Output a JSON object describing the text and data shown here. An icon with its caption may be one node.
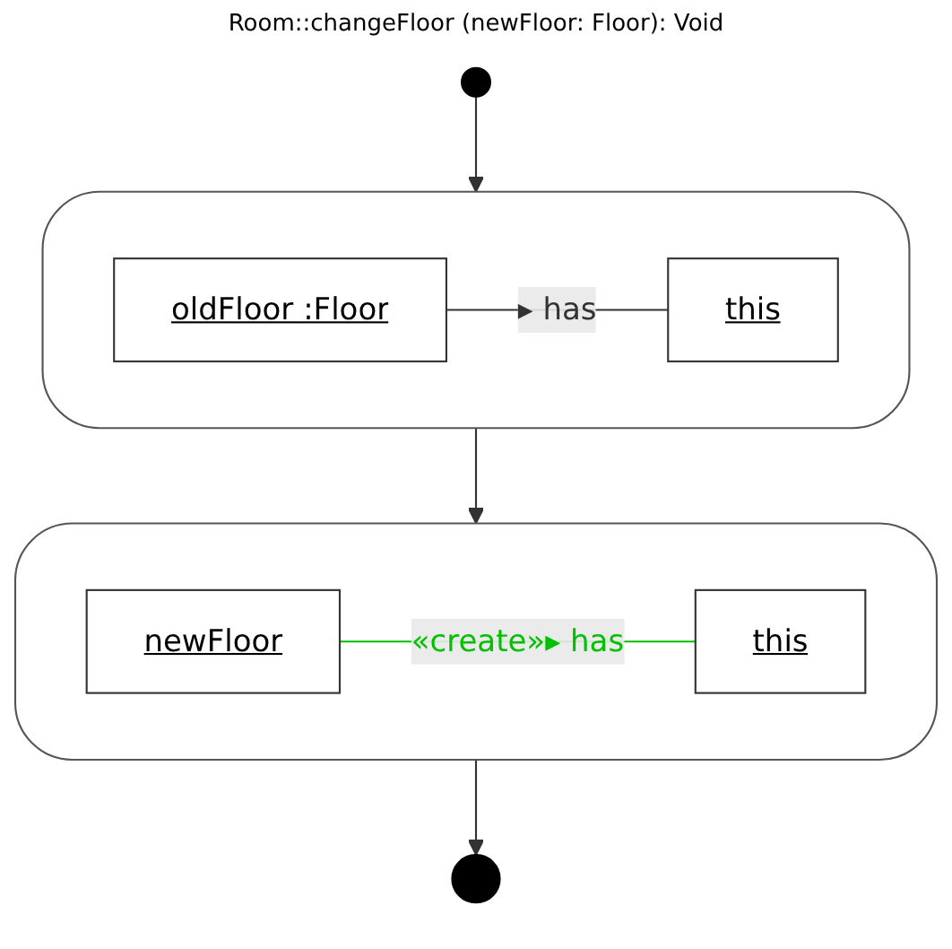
{
  "diagram": {
    "title": "Room::changeFloor (newFloor: Floor): Void",
    "nodes": [
      {
        "text": [],
        "shape": "circle"
      },
      {
        "text": [],
        "shape": "box"
      },
      {
        "text": [
          "oldFloor :Floor"
        ],
        "in": 1
      },
      {
        "text": [
          "this"
        ],
        "in": 1
      },
      {
        "text": [],
        "shape": "box"
      },
      {
        "text": [
          "newFloor"
        ],
        "in": 4
      },
      {
        "text": [
          "this"
        ],
        "in": 4
      },
      {
        "text": [],
        "shape": "circle"
      }
    ],
    "edges": [
      {
        "from": 0,
        "to": 1,
        "arrow": "to"
      },
      {
        "from": 2,
        "to": 3,
        "arrow": "none",
        "label": "▸ has"
      },
      {
        "from": 1,
        "to": 4,
        "arrow": "to"
      },
      {
        "from": 5,
        "to": 6,
        "arrow": "none",
        "label": "«create»▸ has",
        "color": "#00c000"
      },
      {
        "from": 4,
        "to": 7,
        "arrow": "to"
      }
    ]
  }
}
